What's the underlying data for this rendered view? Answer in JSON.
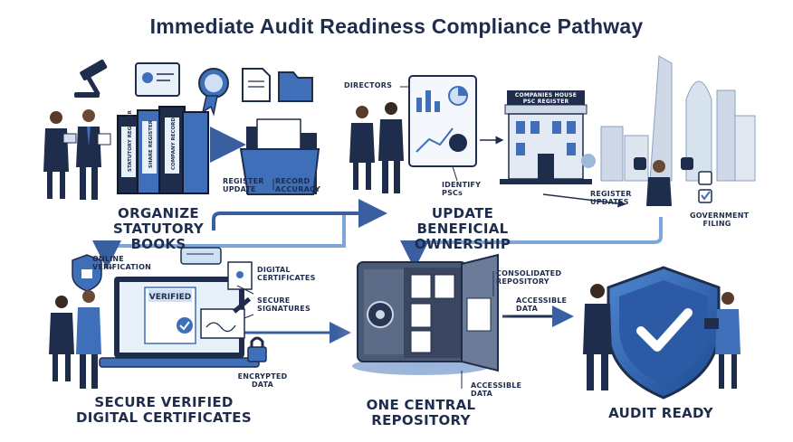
{
  "title": "Immediate Audit Readiness Compliance Pathway",
  "stages": {
    "organize": {
      "label": "ORGANIZE STATUTORY BOOKS",
      "binder_labels": [
        "STATUTORY REGISTER",
        "SHARE REGISTER",
        "COMPANY RECORDS"
      ],
      "callouts": {
        "register_update": "REGISTER UPDATE",
        "record_accuracy": "RECORD ACCURACY"
      }
    },
    "beneficial": {
      "label": "UPDATE BENEFICIAL OWNERSHIP",
      "callouts": {
        "directors": "DIRECTORS",
        "companies_house": "COMPANIES HOUSE PSC REGISTER",
        "identify": "IDENTIFY PSCs",
        "register_updates": "REGISTER UPDATES",
        "government_filing": "GOVERNMENT FILING"
      }
    },
    "certificates": {
      "label": "SECURE VERIFIED DIGITAL CERTIFICATES",
      "screen_badge": "VERIFIED",
      "callouts": {
        "online_verification": "ONLINE VERIFICATION",
        "digital_certificates": "DIGITAL CERTIFICATES",
        "secure_signatures": "SECURE SIGNATURES",
        "encrypted_data": "ENCRYPTED DATA"
      }
    },
    "repository": {
      "label": "ONE CENTRAL REPOSITORY",
      "callouts": {
        "consolidated": "CONSOLIDATED REPOSITORY",
        "accessible_1": "ACCESSIBLE DATA",
        "accessible_2": "ACCESSIBLE DATA"
      }
    },
    "audit": {
      "label": "AUDIT READY"
    }
  },
  "colors": {
    "navy": "#1f2d4d",
    "blue": "#3e6fb8",
    "light_blue": "#cfe0f4",
    "arrow": "#3a5fa0",
    "glow": "#bcd8f5"
  }
}
